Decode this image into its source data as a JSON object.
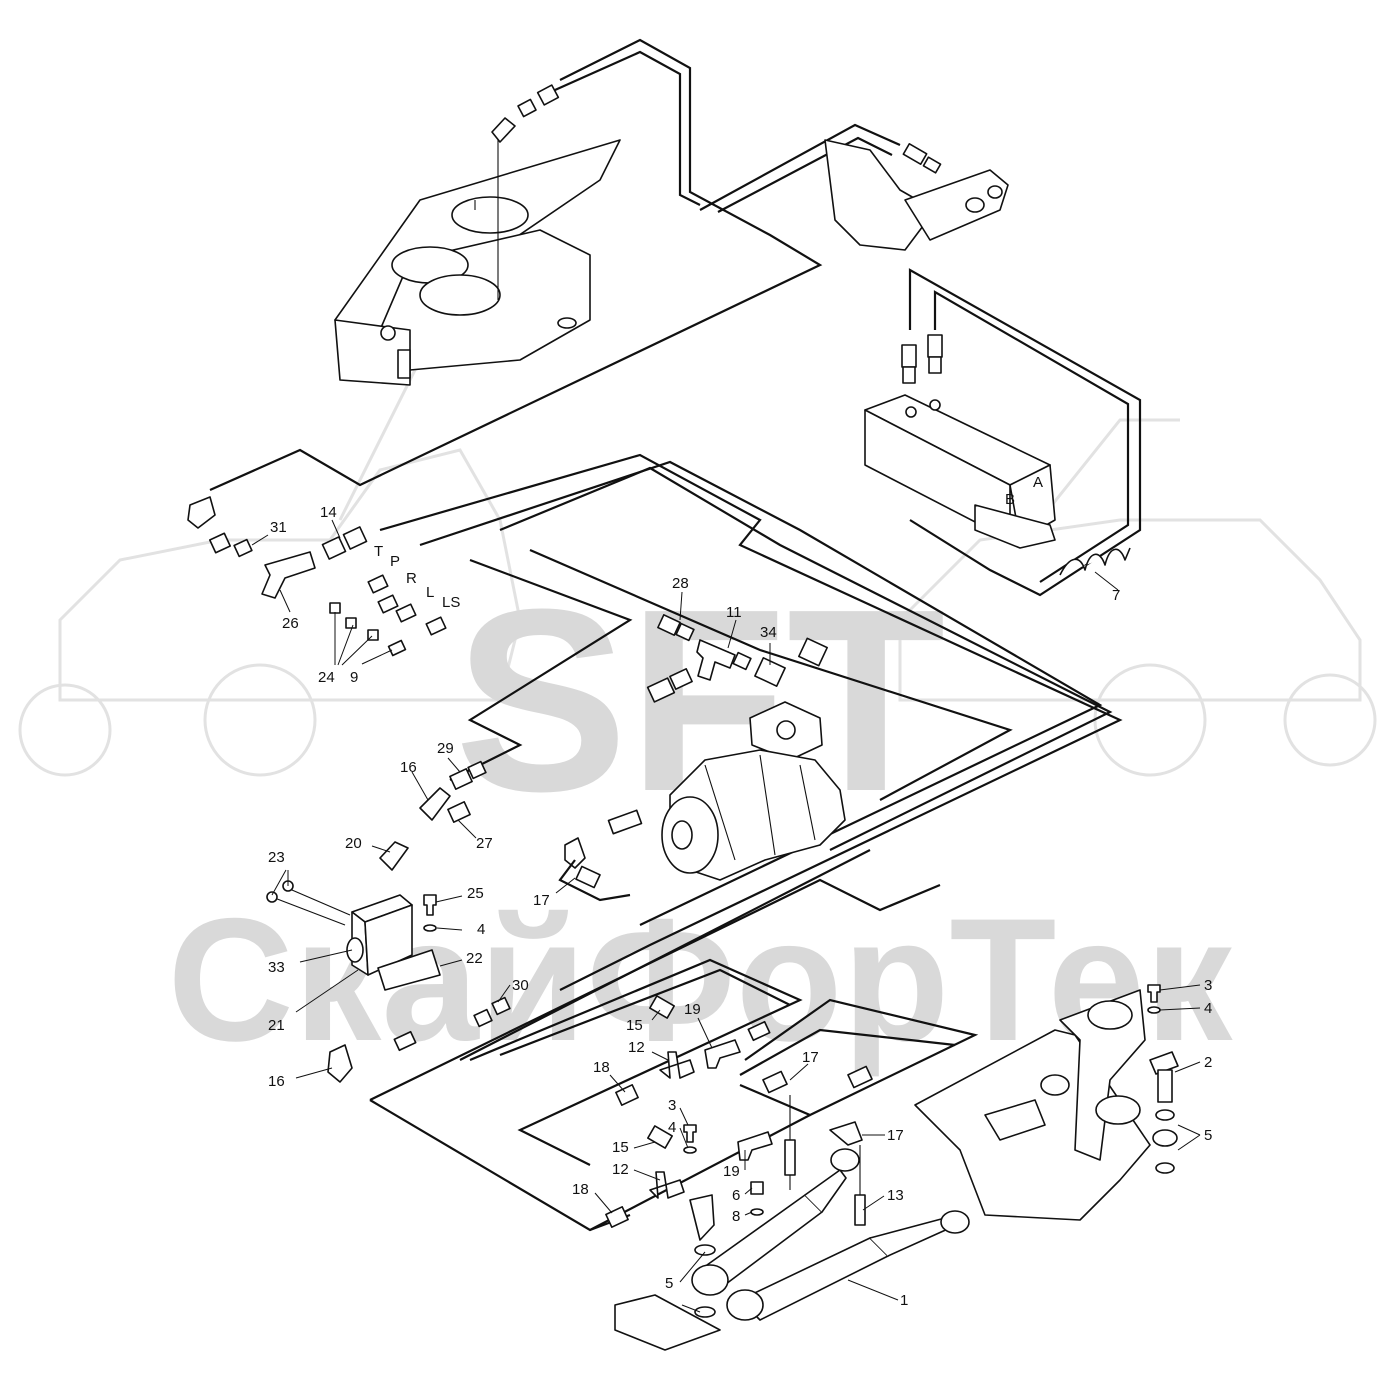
{
  "watermark": {
    "logo_text": "SFT",
    "company_text": "СкайФорТек"
  },
  "port_labels": [
    "T",
    "P",
    "R",
    "L",
    "LS",
    "A",
    "B"
  ],
  "callouts": [
    "1",
    "2",
    "3",
    "3",
    "4",
    "4",
    "4",
    "5",
    "5",
    "6",
    "7",
    "8",
    "9",
    "11",
    "12",
    "12",
    "13",
    "14",
    "15",
    "15",
    "16",
    "16",
    "17",
    "17",
    "17",
    "18",
    "18",
    "19",
    "19",
    "20",
    "21",
    "22",
    "23",
    "24",
    "25",
    "26",
    "27",
    "28",
    "29",
    "30",
    "31",
    "33",
    "34"
  ]
}
